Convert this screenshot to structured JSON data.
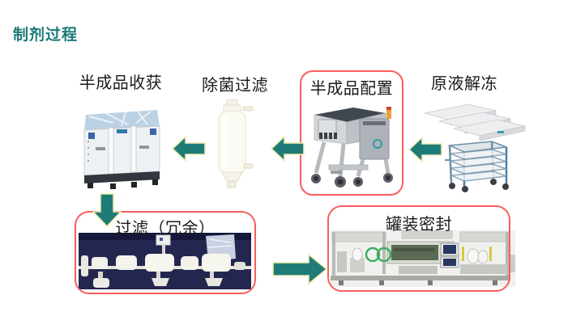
{
  "title": "制剂过程",
  "colors": {
    "title_teal": "#1F7A7A",
    "arrow_fill": "#1E7B78",
    "arrow_outline": "#EFEDAF",
    "highlight_border_red": "#FA5C5C",
    "label_black": "#1A1A1A"
  },
  "stages": {
    "harvest": {
      "label": "半成品收获",
      "highlighted": false
    },
    "sterile_filtration": {
      "label": "除菌过滤",
      "highlighted": false
    },
    "preparation": {
      "label": "半成品配置",
      "highlighted": true
    },
    "thawing": {
      "label": "原液解冻",
      "highlighted": false
    },
    "redundant_filtration": {
      "label": "过滤（冗余）",
      "highlighted": true
    },
    "filling_sealing": {
      "label": "罐装密封",
      "highlighted": true
    }
  },
  "icons": {
    "arrow_left": "arrow-left-icon",
    "arrow_down": "arrow-down-icon",
    "arrow_right": "arrow-right-icon"
  }
}
